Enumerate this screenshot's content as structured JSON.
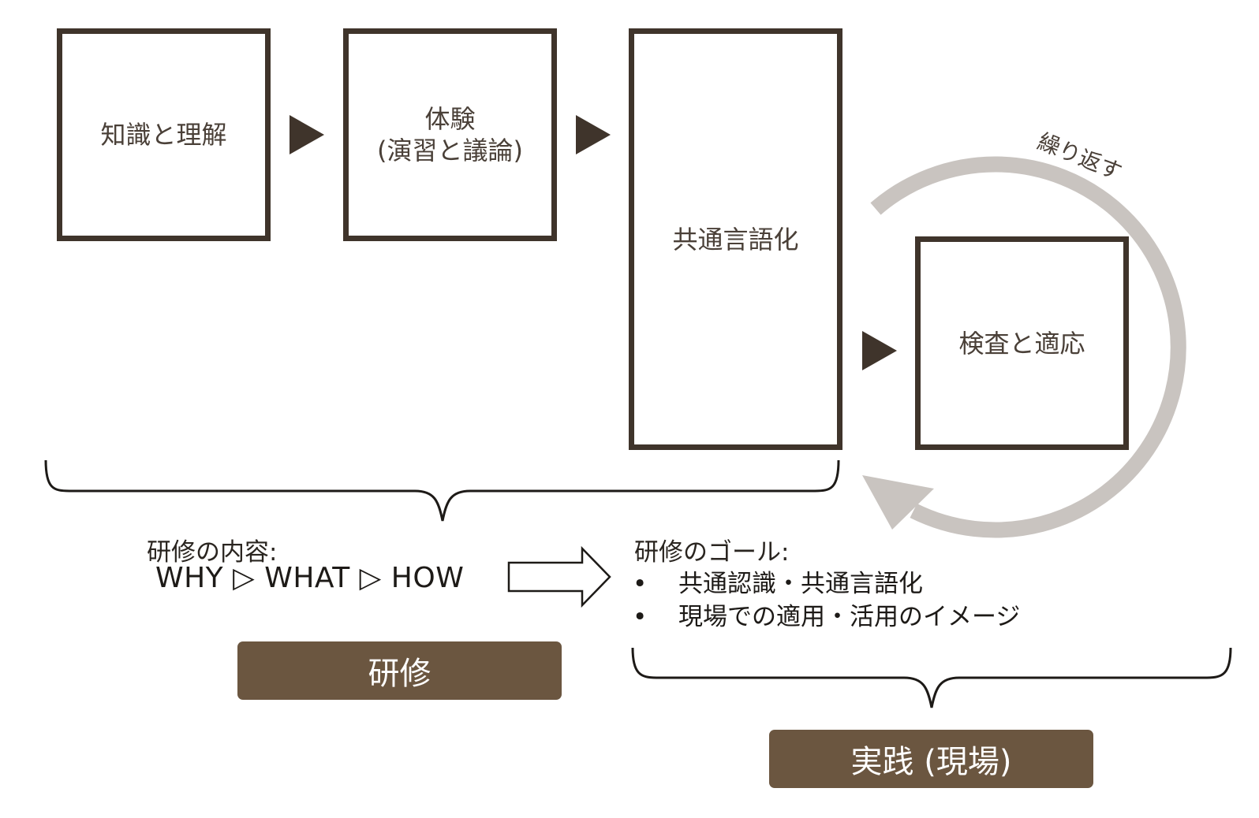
{
  "boxes": {
    "knowledge": "知識と理解",
    "experience": "体験\n(演習と議論)",
    "common_language": "共通言語化",
    "inspect_adapt": "検査と適応"
  },
  "cycle_label": "繰り返す",
  "training_content": {
    "heading": "研修の内容:",
    "flow": "WHY ▷ WHAT ▷ HOW"
  },
  "training_goal": {
    "heading": "研修のゴール:",
    "bullets": [
      "共通認識・共通言語化",
      "現場での適用・活用のイメージ"
    ],
    "bullet_mark": "•"
  },
  "tags": {
    "training": "研修",
    "practice": "実践 (現場)"
  },
  "colors": {
    "box_border": "#3f342b",
    "tag_fill": "#6b5640",
    "cycle_arrow": "#c9c4c0"
  }
}
